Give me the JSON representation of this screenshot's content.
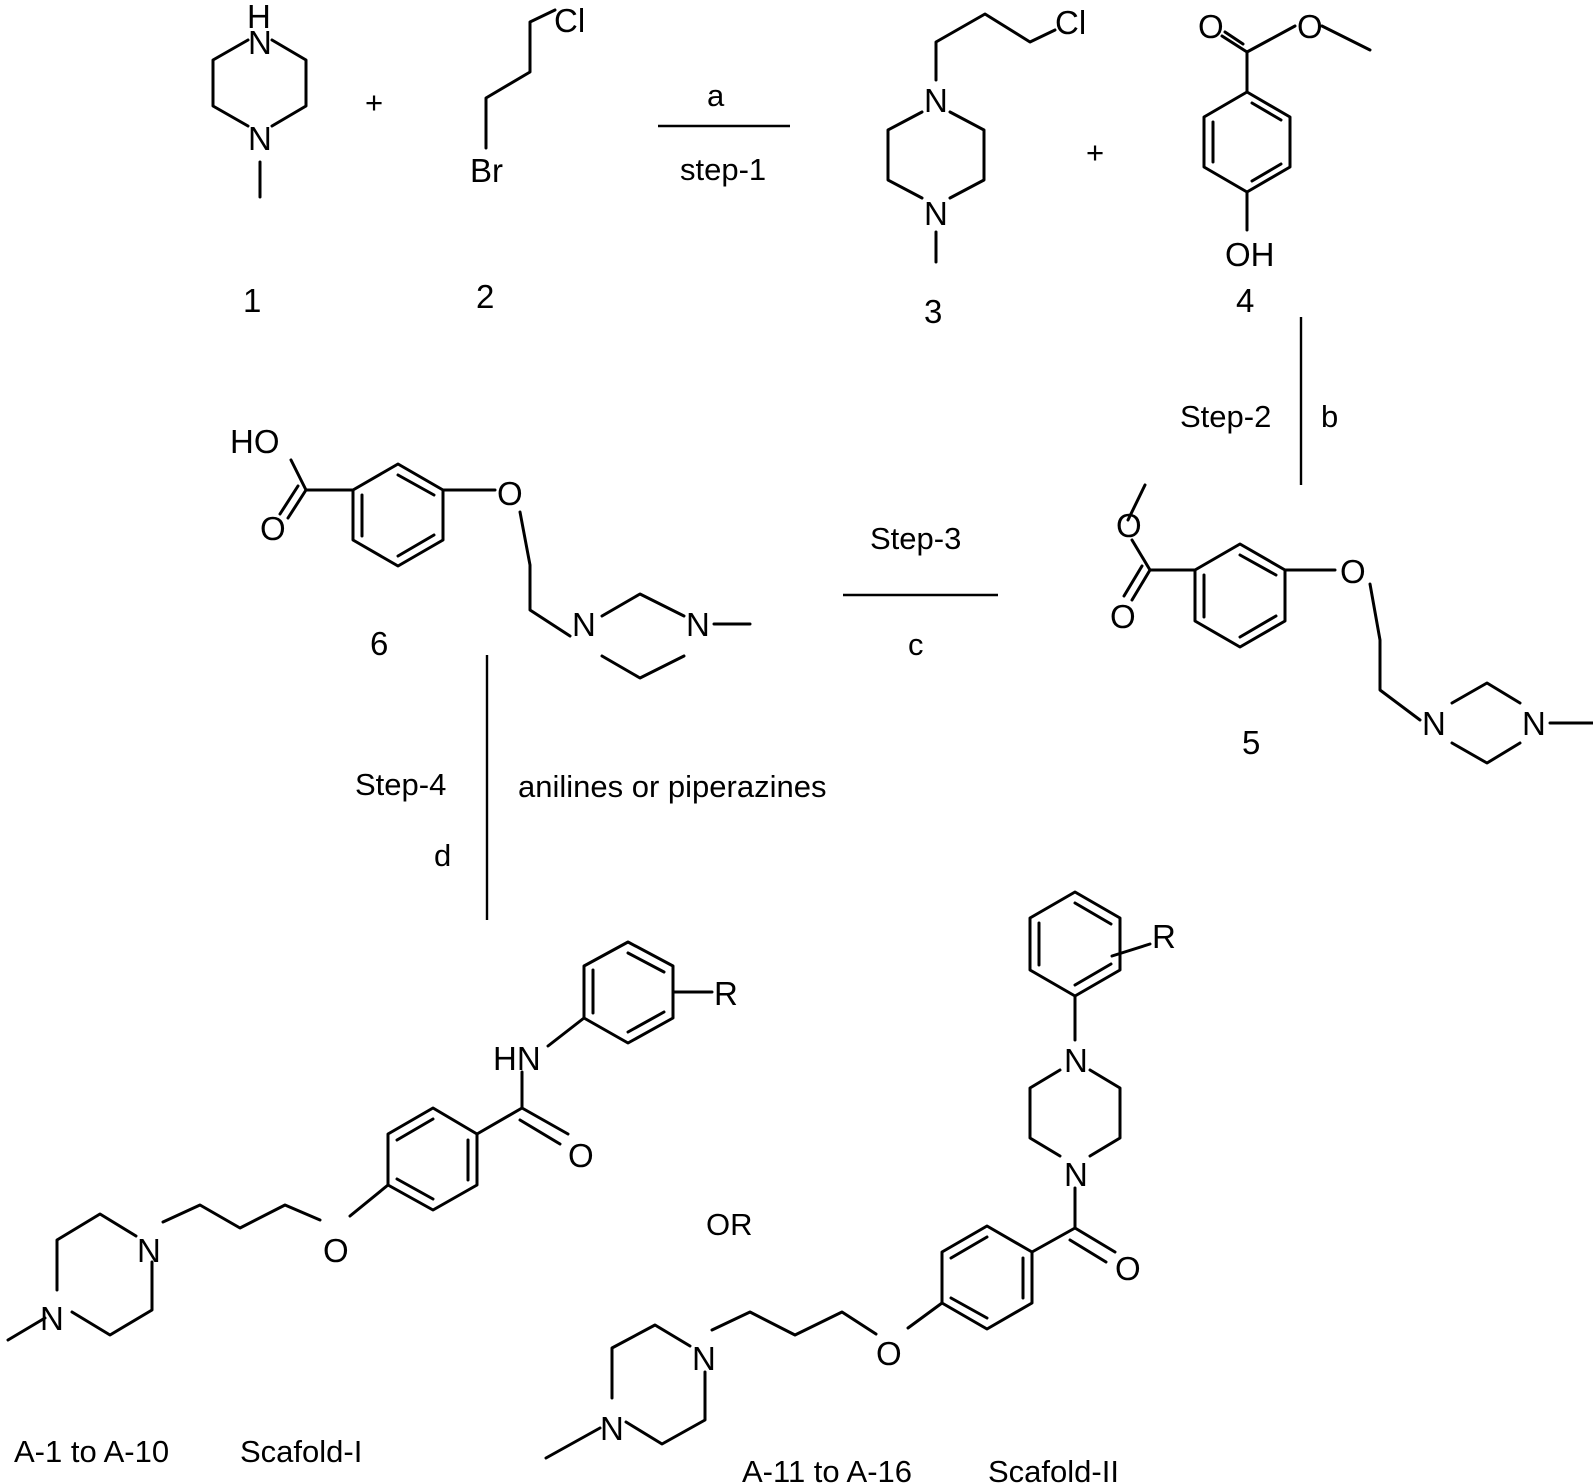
{
  "compounds": {
    "c1": "1",
    "c2": "2",
    "c3": "3",
    "c4": "4",
    "c5": "5",
    "c6": "6"
  },
  "atoms": {
    "N": "N",
    "H": "H",
    "HN": "HN",
    "Cl": "Cl",
    "Br": "Br",
    "O": "O",
    "OH": "OH",
    "HO": "HO",
    "R": "R"
  },
  "operators": {
    "plus": "+",
    "or": "OR"
  },
  "steps": {
    "s1_reagent": "a",
    "s1_label": "step-1",
    "s2_label": "Step-2",
    "s2_reagent": "b",
    "s3_label": "Step-3",
    "s3_reagent": "c",
    "s4_label": "Step-4",
    "s4_reagent": "d",
    "s4_condition": "anilines or piperazines"
  },
  "products": {
    "p1_range": "A-1 to A-10",
    "p1_scaffold": "Scafold-I",
    "p2_range": "A-11 to A-16",
    "p2_scaffold": "Scafold-II"
  }
}
